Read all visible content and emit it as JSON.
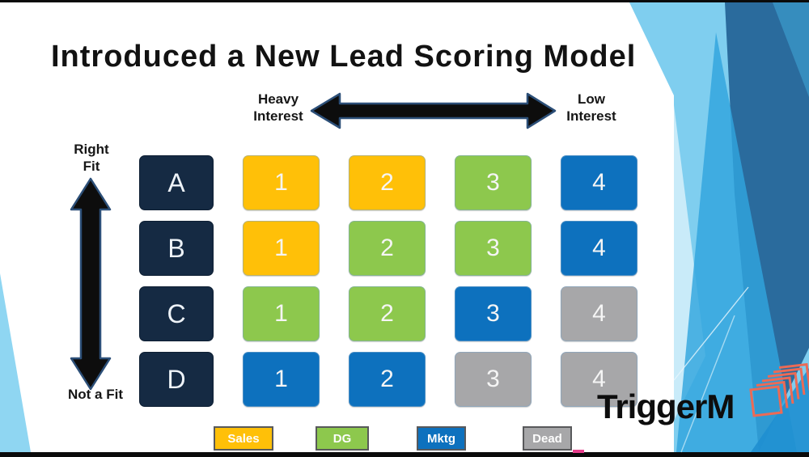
{
  "title": "Introduced a New Lead Scoring Model",
  "axis": {
    "interest_high": "Heavy Interest",
    "interest_low": "Low Interest",
    "fit_high": "Right Fit",
    "fit_low": "Not a Fit"
  },
  "matrix": {
    "row_labels": [
      "A",
      "B",
      "C",
      "D"
    ],
    "rows": [
      {
        "label": "A",
        "cells": [
          {
            "value": "1",
            "category": "sales"
          },
          {
            "value": "2",
            "category": "sales"
          },
          {
            "value": "3",
            "category": "dg"
          },
          {
            "value": "4",
            "category": "mktg"
          }
        ]
      },
      {
        "label": "B",
        "cells": [
          {
            "value": "1",
            "category": "sales"
          },
          {
            "value": "2",
            "category": "dg"
          },
          {
            "value": "3",
            "category": "dg"
          },
          {
            "value": "4",
            "category": "mktg"
          }
        ]
      },
      {
        "label": "C",
        "cells": [
          {
            "value": "1",
            "category": "dg"
          },
          {
            "value": "2",
            "category": "dg"
          },
          {
            "value": "3",
            "category": "mktg"
          },
          {
            "value": "4",
            "category": "dead"
          }
        ]
      },
      {
        "label": "D",
        "cells": [
          {
            "value": "1",
            "category": "mktg"
          },
          {
            "value": "2",
            "category": "mktg"
          },
          {
            "value": "3",
            "category": "dead"
          },
          {
            "value": "4",
            "category": "dead"
          }
        ]
      }
    ]
  },
  "legend": {
    "items": [
      {
        "label": "Sales",
        "category": "sales",
        "color": "#FFC008"
      },
      {
        "label": "DG",
        "category": "dg",
        "color": "#8DC84D"
      },
      {
        "label": "Mktg",
        "category": "mktg",
        "color": "#0D71BE"
      },
      {
        "label": "Dead",
        "category": "dead",
        "color": "#A7A7A9"
      }
    ]
  },
  "logo": {
    "text": "TriggerM",
    "accent_color": "#EC6A55"
  },
  "colors": {
    "row_label_bg": "#152A43",
    "arrow_fill": "#0D0D0D",
    "arrow_outline": "#2C4F78",
    "bg_light_blue": "#7FCEEF",
    "bg_medium_blue": "#31A5DE",
    "bg_dark_blue": "#2A6B9D",
    "bg_pale_blue": "#D6F0FA",
    "bg_corner_wedge": "#8FD6F2",
    "top_bottom_bar": "#0B0B0B"
  }
}
